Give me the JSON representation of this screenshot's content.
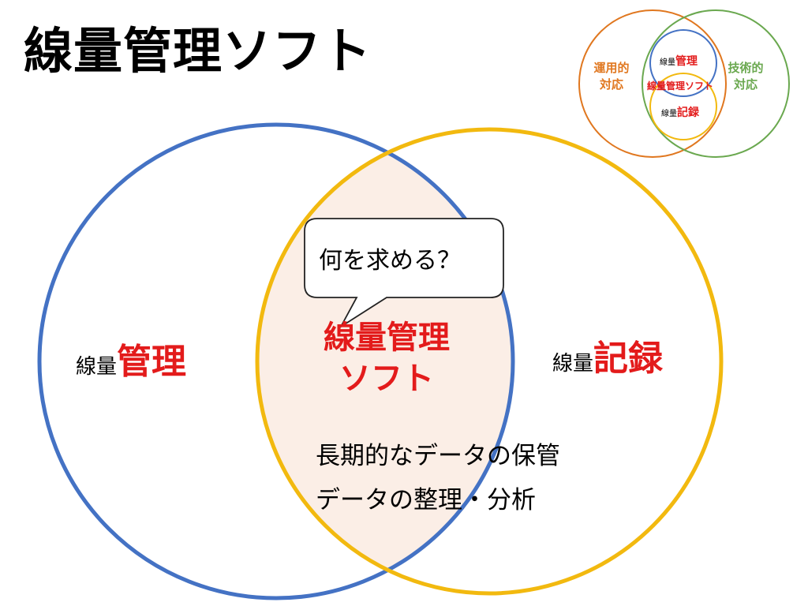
{
  "title": "線量管理ソフト",
  "left_circle": {
    "prefix": "線量",
    "emphasis": "管理",
    "color": "#4472c4"
  },
  "right_circle": {
    "prefix": "線量",
    "emphasis": "記録",
    "color": "#f2b90f"
  },
  "intersection": {
    "title_line1": "線量管理",
    "title_line2": "ソフト",
    "fill": "#fbeee6",
    "features": [
      "長期的なデータの保管",
      "データの整理・分析"
    ]
  },
  "speech_bubble": {
    "text": "何を求める？"
  },
  "mini_diagram": {
    "operational_line1": "運用的",
    "operational_line2": "対応",
    "technical_line1": "技術的",
    "technical_line2": "対応",
    "management_prefix": "線量",
    "management_emphasis": "管理",
    "center_label": "線量管理ソフト",
    "record_prefix": "線量",
    "record_emphasis": "記録",
    "colors": {
      "operational": "#e0771f",
      "technical": "#6aa84f",
      "management": "#4472c4",
      "record": "#f2b90f"
    }
  },
  "colors": {
    "emphasis_red": "#e31b1b"
  }
}
